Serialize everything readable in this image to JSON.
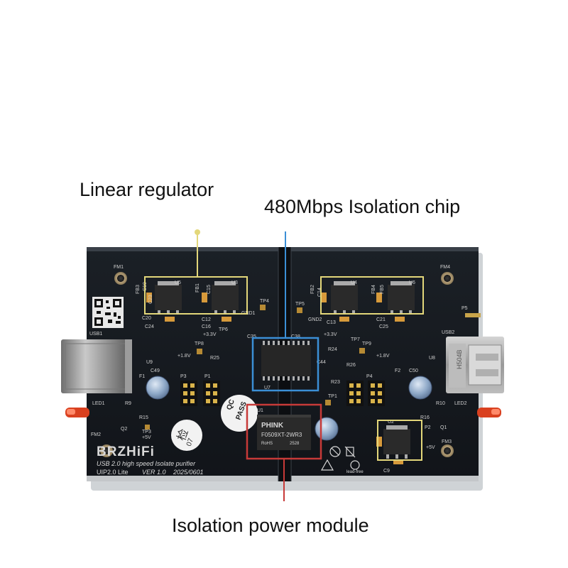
{
  "callouts": {
    "regulator": {
      "label": "Linear regulator",
      "color": "#e3d77a"
    },
    "isolation_chip": {
      "label": "480Mbps Isolation chip",
      "color": "#3b8fd6"
    },
    "power_module": {
      "label": "Isolation power module",
      "color": "#c73a38"
    }
  },
  "board": {
    "brand": "BRZHiFi",
    "line1": "USB 2.0 high speed Isolate purifier",
    "model": "UIP2.0 Lite",
    "version": "VER 1.0",
    "date": "2025/0601",
    "qc_line1": "QC",
    "qc_line2": "PASS",
    "inspect_char": "检",
    "inspect_num": "07",
    "module_brand": "PHINK",
    "module_part": "F0509XT-2WR3",
    "module_rohs": "RoHS",
    "module_code": "2528",
    "usb_a_label": "H504B",
    "lead_free": "lead-free",
    "labels": {
      "fm1": "FM1",
      "fm2": "FM2",
      "fm3": "FM3",
      "fm4": "FM4",
      "usb1": "USB1",
      "usb2": "USB2",
      "led1": "LED1",
      "led2": "LED2",
      "u1": "U1",
      "u2": "U2",
      "u3": "U3",
      "u4": "U4",
      "u5": "U5",
      "u6": "U6",
      "u7": "U7",
      "u8": "U8",
      "u9": "U9",
      "p1": "P1",
      "p2": "P2",
      "p3": "P3",
      "p4": "P4",
      "p5": "P5",
      "gnd1": "GND1",
      "gnd2": "GND2",
      "v33a": "+3.3V",
      "v33b": "+3.3V",
      "v18a": "+1.8V",
      "v18b": "+1.8V",
      "v5a": "+5V",
      "v5b": "+5V",
      "tp1": "TP1",
      "tp3": "TP3",
      "tp4": "TP4",
      "tp5": "TP5",
      "tp6": "TP6",
      "tp7": "TP7",
      "tp8": "TP8",
      "tp9": "TP9",
      "c49": "C49",
      "c50": "C50",
      "f1": "F1",
      "f2": "F2",
      "r9": "R9",
      "r10": "R10",
      "r15": "R15",
      "r16": "R16",
      "r24": "R24",
      "r25": "R25",
      "r26": "R26",
      "r23": "R23",
      "q1": "Q1",
      "q2": "Q2",
      "c38": "C38",
      "c35": "C35",
      "c44": "C44",
      "c9": "C9",
      "c20": "C20",
      "c21": "C21",
      "c24": "C24",
      "c25": "C25",
      "c16": "C16",
      "c12": "C12",
      "c13": "C13",
      "c19": "C19",
      "c23": "C23",
      "c14": "C14",
      "fb1": "FB1",
      "fb2": "FB2",
      "fb3": "FB3",
      "fb4": "FB4",
      "fb5": "FB5",
      "c15": "C15"
    }
  }
}
